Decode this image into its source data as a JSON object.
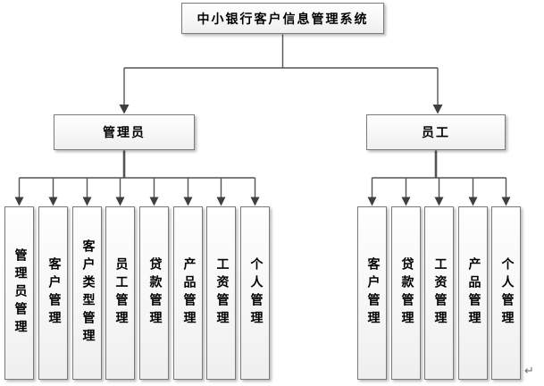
{
  "diagram": {
    "title": "中小银行客户信息管理系统",
    "level2": [
      {
        "label": "管理员"
      },
      {
        "label": "员工"
      }
    ],
    "admin_children": [
      "管理员管理",
      "客户管理",
      "客户类型管理",
      "员工管理",
      "贷款管理",
      "产品管理",
      "工资管理",
      "个人管理"
    ],
    "staff_children": [
      "客户管理",
      "贷款管理",
      "工资管理",
      "产品管理",
      "个人管理"
    ],
    "return_mark": "↵",
    "colors": {
      "box_border": "#7a7a7a",
      "box_fill": "#f5f5f5",
      "line": "#545454",
      "arrow": "#3f3f3f",
      "text": "#000000",
      "background": "#ffffff"
    }
  }
}
